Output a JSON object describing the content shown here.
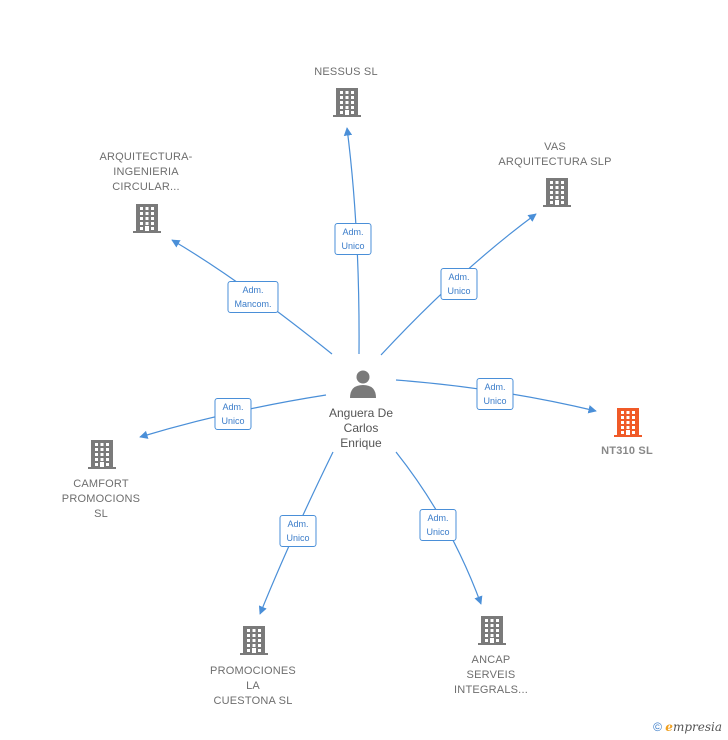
{
  "center": {
    "lines": [
      "Anguera De",
      "Carlos",
      "Enrique"
    ],
    "icon": "person-icon"
  },
  "nodes": [
    {
      "id": "nessus",
      "lines": [
        "NESSUS SL"
      ],
      "icon": "building-icon",
      "highlight": false
    },
    {
      "id": "vas",
      "lines": [
        "VAS",
        "ARQUITECTURA SLP"
      ],
      "icon": "building-icon",
      "highlight": false
    },
    {
      "id": "arquitectura",
      "lines": [
        "ARQUITECTURA-",
        "INGENIERIA",
        "CIRCULAR..."
      ],
      "icon": "building-icon",
      "highlight": false
    },
    {
      "id": "nt310",
      "lines": [
        "NT310  SL"
      ],
      "icon": "building-icon",
      "highlight": true
    },
    {
      "id": "camfort",
      "lines": [
        "CAMFORT",
        "PROMOCIONS",
        "SL"
      ],
      "icon": "building-icon",
      "highlight": false
    },
    {
      "id": "promociones",
      "lines": [
        "PROMOCIONES",
        "LA",
        "CUESTONA  SL"
      ],
      "icon": "building-icon",
      "highlight": false
    },
    {
      "id": "ancap",
      "lines": [
        "ANCAP",
        "SERVEIS",
        "INTEGRALS..."
      ],
      "icon": "building-icon",
      "highlight": false
    }
  ],
  "edges": [
    {
      "to": "nessus",
      "lines": [
        "Adm.",
        "Unico"
      ]
    },
    {
      "to": "vas",
      "lines": [
        "Adm.",
        "Unico"
      ]
    },
    {
      "to": "arquitectura",
      "lines": [
        "Adm.",
        "Mancom."
      ]
    },
    {
      "to": "nt310",
      "lines": [
        "Adm.",
        "Unico"
      ]
    },
    {
      "to": "camfort",
      "lines": [
        "Adm.",
        "Unico"
      ]
    },
    {
      "to": "promociones",
      "lines": [
        "Adm.",
        "Unico"
      ]
    },
    {
      "to": "ancap",
      "lines": [
        "Adm.",
        "Unico"
      ]
    }
  ],
  "colors": {
    "edge": "#4a8fd8",
    "building": "#7a7a7a",
    "highlight": "#f05a28",
    "person": "#7a7a7a"
  },
  "footer": {
    "copyright": "©",
    "brand_e": "e",
    "brand_rest": "mpresia"
  }
}
